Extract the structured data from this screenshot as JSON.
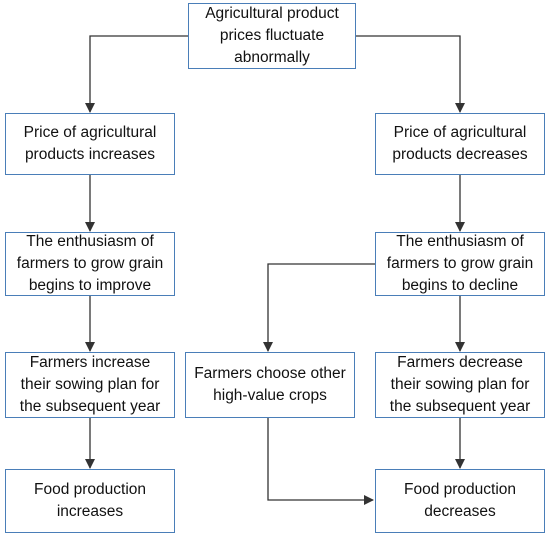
{
  "colors": {
    "box_border": "#4a7eb8",
    "arrow": "#333333",
    "text": "#111111"
  },
  "nodes": {
    "root": "Agricultural product\nprices fluctuate\nabnormally",
    "price_increase": "Price of agricultural\nproducts increases",
    "price_decrease": "Price of agricultural\nproducts decreases",
    "enthusiasm_improve": "The enthusiasm of\nfarmers to grow grain\nbegins to improve",
    "enthusiasm_decline": "The enthusiasm of\nfarmers to grow grain\nbegins to decline",
    "sowing_increase": "Farmers increase\ntheir sowing plan for\nthe subsequent year",
    "other_crops": "Farmers choose other\nhigh-value crops",
    "sowing_decrease": "Farmers decrease\ntheir sowing plan for\nthe subsequent year",
    "food_increase": "Food production\nincreases",
    "food_decrease": "Food production\ndecreases"
  }
}
